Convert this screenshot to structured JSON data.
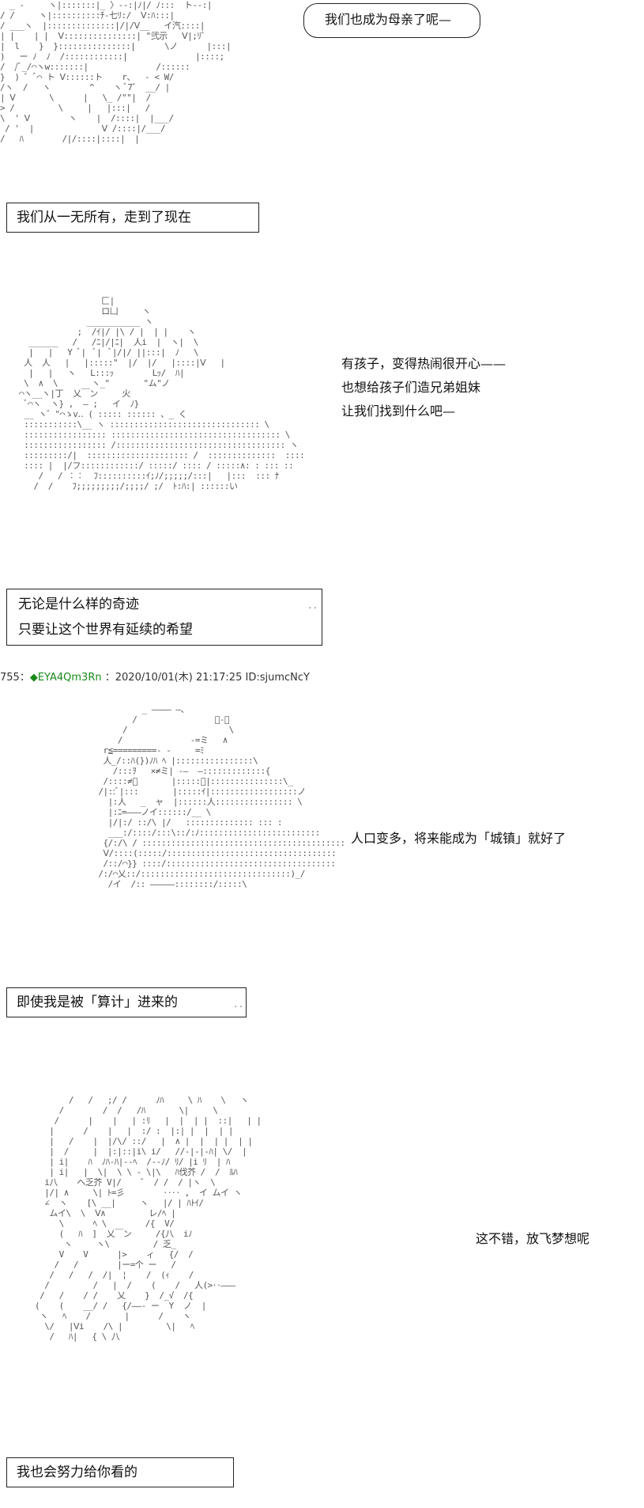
{
  "panel1": {
    "bubble_text": "我们也成为母亲了呢—",
    "caption": "我们从一无所有，走到了现在",
    "art": "  _ -     ヽ|:::::::|_ 〉--:|ﾉ|/ ﾉ:::  ト--:|\n/ /     ヽ|::::::::::ﾁ-七ﾘ:/  Ⅴ:ﾊ:::|\n/ ___ヽ  |::::::::::::::|/|/Ⅴ__   イ汽::::|\n| |    | |  Ⅴ:::::::::::::::| \"弐示   Ⅴ|;ﾘ゛\n|  l    }  }:::::::::::::::|      \\ノ      |:::|\n)   ー ﾉ  ﾉ  /::::::::::::|              |::::;\n/  /ﾞ_/⌒ヽw:::::::|              /::::::\n}  ) ゛ﾞ⌒ ト Ⅴ::::::ト    r、  - < W/\n/ヽ  /   ヽ        ^    ヽ ﾞ7゛ __/ |\n| Ⅴ       \\      |   \\_ /\"\"|  /\n> /         \\     |   |:::|   /\n\\  ' Ⅴ        ヽ    |  /::::|  |___/\n / '  |              Ⅴ /::::|/___/\n/   ﾊ        /|/::::|::::|  |"
  },
  "panel2": {
    "side_lines": [
      "有孩子，变得热闹很开心——",
      "也想给孩子们造兄弟姐妹",
      "让我们找到什么吧—"
    ],
    "caption_lines": [
      "无论是什么样的奇迹",
      "只要让这个世界有延续的希望"
    ],
    "caption_dots": "..",
    "art": "                 匚|\n                 ロ凵     ヽ\n              ___________ ヽ\n            ;  /ｲ|/ |\\ / |  | |    ヽ\n  ______   /   /ﾆ|/|ﾆ|  人i  |  ヽ|  \\\n  |   |   Y ﾞ|  ﾞ|  ﾞ|/|/ ||:::|  ﾉ   \\\n 人  人   |   |:::::\"  |/  |/   |::::|Ⅴ   |\n  |   |   ヽ   L:::ｯ        Lｯ/  ﾊ|\n \\  ∧  \\       ヽ_\"       \"ム\"ノ\n⌒ヽ__ヽ|丁  乂￣ン     火\n ﾞ⌒ヽ  ヽ} ,  ― ;   イ  ﾉ}\n __ ヽ゛\"⌒ゝv‥ ( ::::: :::::: 、_ く\n :::::::::::\\__ ヽ ::::::::::::::::::::::::::::::: \\\n ::::::::::::::::: ::::::::::::::::::::::::::::::::::: \\\n ::::::::::::::::: /::::::::::::::::::::::::::::::::::: ヽ\n :::::::::/|  ::::::::::::::::::::: /  ::::::::::::::  ::::\n :::: |  |/フ::::::::::::/ :::::/ :::: / :::::∧: : ::: ::\n    /   / ︰︰  ﾌ::::::::::ｲ;ﾉ/;;;;;/:::|   |:::  ::: ﾅ\n   /  /    ﾌ;;;;;;;;;/;;;;/ ;/  ﾄ:ﾊ:| ::::::い"
  },
  "post_header": {
    "number": "755",
    "separator": "：",
    "trip": "◆EYA4Qm3Rn",
    "date": "2020/10/01(木) 21:17:25",
    "id": "ID:sjumcNcY"
  },
  "panel3": {
    "side_text": "人口变多，将来能成为「城镇」就好了",
    "caption": "即使我是被「算计」进来的",
    "caption_dots": "..",
    "art": "            _ ―――― ―、\n          /                ﾞ‐、\n        /                     \\\n       /              -=ミ   ∧\n    r≦=========- ‐     =ﾐ\n    人_/::ﾊ(})ﾉﾊ ﾍ |::::::::::::::::\\\n      /:::ｦ   ×≠ミ| ‐―  ―:::::::::::::{\n    /::::≠ﾞ       |:::::ﾞ|:::::::::::::::\\_\n   /|::ﾞ|:::       |:::::ｲ|::::::::::::::::::ノ\n     |:人   _  ャ  |::::::人:::::::::::::::: \\\n     |:ﾆ=―――ノイ::::::/__ \\\n     |/|:/ ::/\\ |/   :::::::::::::: ::: :\n     ___:/::::/:::\\::/:ﾉ:::::::::::::::::::::::::\n    {/:/\\ / ::::::::::::::::::::::::::::::::::::::::::\n    Ⅴ/::::(:::::/:::::::::::::::::::::::::::::::::::\n    /::/⌒}} ::::/:::::::::::::::::::::::::::::::::::\n   /:/⌒乂::/:::::::::::::::::::::::::::::::)_/\n     /イ  /:: ―――――::::::::/:::::\\"
  },
  "panel4": {
    "side_text": "这不错，放飞梦想呢",
    "caption": "我也会努力给你看的",
    "art": "       /   /   ;/ /      ﾉﾊ     \\ ﾊ    \\   ヽ\n     /        /  /   /ﾊ       \\|     \\\n    /      |    |   | :ﾘ   |  |  | |  ::|   | |\n   |      /    |   |  :/ :  |:| |  |  | |\n   |   /    |  |/\\/ ::/   |  ∧ |  |  | |  | |\n   |  /     |  |:|::|i\\ i/   //‐|‐|-ﾊ| \\/  |\n   | i|    ﾊ  ﾉﾊ-ﾊ|‐-ﾍ  /‐-ﾉ/ ﾘ/ |i ﾘ  | ﾊ\n   | i|   |  \\|  \\ \\ - \\|\\   ﾊ伐芥 /  /  ﾙﾊ\n  i八    ヘ乏芥 V|/    ゛ / /  / |ヽ  \\\n  |/| ∧     \\| ﾄ=彡        ‥‥ ,  イ ムイ ヽ\n  ∠  ヽ    [\\ __|     ヽ   |/ | ﾊﾄｲ/\n   ムイ\\  \\  Ⅴ∧         レ/ﾍ |\n     \\      ﾍ \\        /{  V/\n     (   ﾊ  ]  乂￣ン     /{八  iﾉ\n      ヽ     ヽ\\         / 乏_\n     V    V      |>    ィ   {/  /\n    /   /        |ー=个 ー   /\n   /   /   /  /|  ¦    /  (ｨ    /\n  /         /   |  /    (    /   人(>‥―――\n /   /    / /    乂    }  /_√  /{\n(    (    __/ /   {/――- ー  Y  ノ  |\n ヽ   ﾍ    /       |      /    ヽ\n  \\/   |Ⅴi    /\\ |         \\|   ﾍ\n   /   ﾊ|   { \\ 八"
  }
}
